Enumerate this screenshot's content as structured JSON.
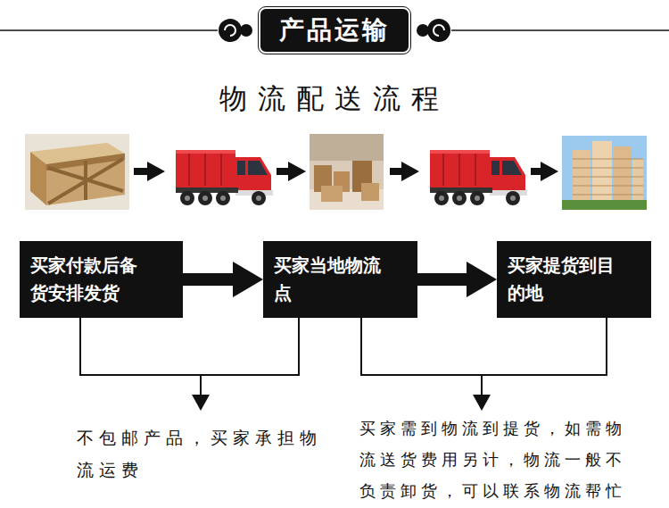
{
  "diagram": {
    "title": "物流配送流程",
    "nodes": [
      {
        "text": [
          "产品运输"
        ]
      },
      {
        "text": [
          "买家付款后备货安排发货"
        ]
      },
      {
        "text": [
          "买家当地物流点"
        ]
      },
      {
        "text": [
          "买家提货到目的地"
        ]
      }
    ],
    "edges": [
      {
        "from": 1,
        "to": 2,
        "arrow": "to"
      },
      {
        "from": 2,
        "to": 3,
        "arrow": "to"
      }
    ],
    "labels": [
      "不包邮产品，买家承担物流运费",
      "买家需到物流到提货，如需物流送货费用另计，物流一般不负责卸货，可以联系物流帮忙"
    ]
  }
}
